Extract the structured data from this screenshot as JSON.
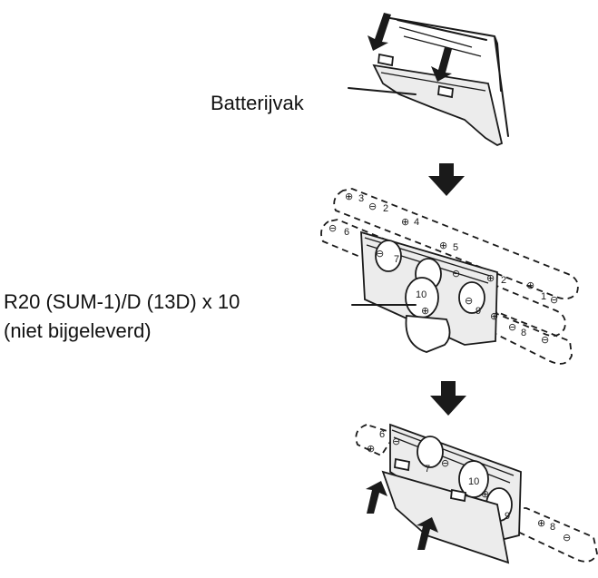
{
  "labels": {
    "compartment": "Batterijvak",
    "battery_line1": "R20 (SUM-1)/D (13D) x 10",
    "battery_line2": "(niet bijgeleverd)"
  },
  "icons": [
    "insertion-arrow-icon",
    "step-arrow-icon"
  ],
  "colors": {
    "ink": "#1a1a1a",
    "background": "#ffffff"
  }
}
